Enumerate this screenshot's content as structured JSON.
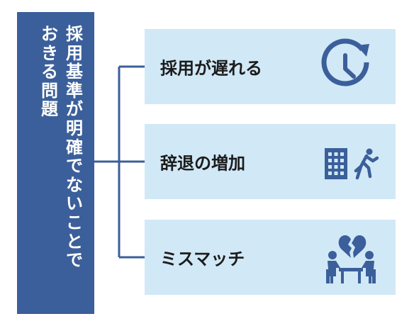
{
  "left_box": {
    "column_right": "採用基準が明確でないことで",
    "column_left": "おきる問題"
  },
  "cards": [
    {
      "label": "採用が遅れる",
      "icon": "clock-icon"
    },
    {
      "label": "辞退の増加",
      "icon": "building-running-person-icon"
    },
    {
      "label": "ミスマッチ",
      "icon": "broken-heart-meeting-icon"
    }
  ],
  "colors": {
    "box": "#3b5f9a",
    "card": "#d1e8f6",
    "icon": "#3b5f9a",
    "text": "#1b1b1b"
  }
}
